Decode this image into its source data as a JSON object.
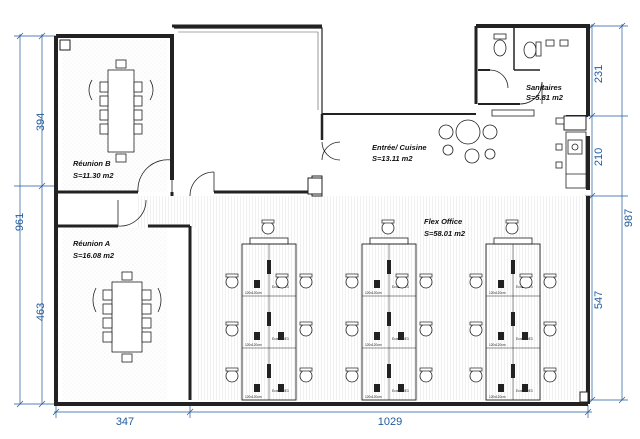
{
  "rooms": {
    "reunion_b": {
      "name": "Réunion B",
      "area": "S=11.30 m2"
    },
    "reunion_a": {
      "name": "Réunion A",
      "area": "S=16.08 m2"
    },
    "entree": {
      "name": "Entrée/ Cuisine",
      "area": "S=13.11 m2"
    },
    "flex": {
      "name": "Flex Office",
      "area": "S=58.01 m2"
    },
    "sanitaires": {
      "name": "Sanitaires",
      "area": "S=5.81 m2"
    }
  },
  "dimensions": {
    "left_394": "394",
    "left_961": "961",
    "left_463": "463",
    "right_231": "231",
    "right_210": "210",
    "right_987": "987",
    "right_547": "547",
    "bottom_347": "347",
    "bottom_1029": "1029"
  },
  "desk_label": "120x120cm",
  "screen_label": "EcranPDE3"
}
